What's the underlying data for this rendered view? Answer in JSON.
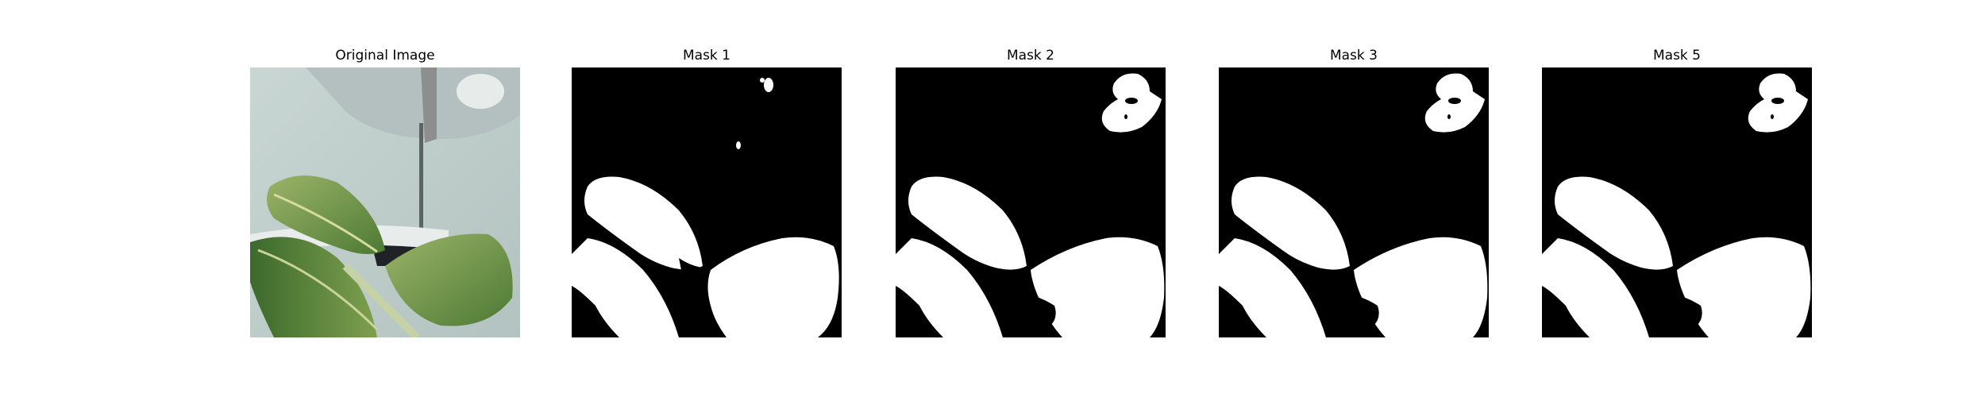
{
  "figure": {
    "panels": [
      {
        "title": "Original Image",
        "kind": "photo"
      },
      {
        "title": "Mask 1",
        "kind": "mask"
      },
      {
        "title": "Mask 2",
        "kind": "mask"
      },
      {
        "title": "Mask 3",
        "kind": "mask"
      },
      {
        "title": "Mask 5",
        "kind": "mask"
      }
    ]
  },
  "colors": {
    "mask_background": "#000000",
    "mask_foreground": "#ffffff",
    "leaf_light": "#8aa55a",
    "leaf_dark": "#3f6a2c",
    "container": "#c6d2d0"
  }
}
